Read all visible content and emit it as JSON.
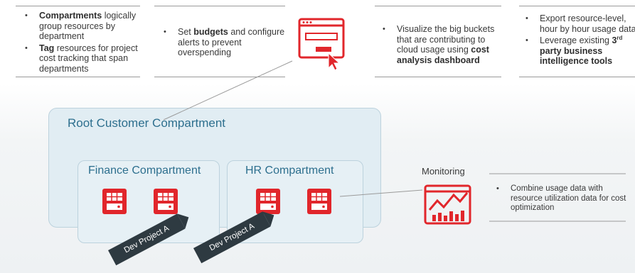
{
  "columns": [
    {
      "items": [
        [
          {
            "t": "Compartments",
            "b": true
          },
          {
            "t": " logically group resources by department"
          }
        ],
        [
          {
            "t": "Tag",
            "b": true
          },
          {
            "t": " resources for project cost tracking that span departments"
          }
        ]
      ]
    },
    {
      "items": [
        [
          {
            "t": "Set "
          },
          {
            "t": "budgets",
            "b": true
          },
          {
            "t": " and configure alerts to prevent overspending"
          }
        ]
      ]
    },
    {
      "items": [
        [
          {
            "t": "Visualize the big buckets that are contributing to cloud usage using "
          },
          {
            "t": "cost analysis dashboard",
            "b": true
          }
        ]
      ]
    },
    {
      "items": [
        [
          {
            "t": "Export resource-level, hour by hour usage data"
          }
        ],
        [
          {
            "t": "Leverage existing "
          },
          {
            "t": "3",
            "b": true
          },
          {
            "t": "rd",
            "b": true,
            "sup": true
          },
          {
            "t": " party business intelligence tools",
            "b": true
          }
        ]
      ]
    }
  ],
  "diagram": {
    "root_title": "Root Customer Compartment",
    "finance_title": "Finance Compartment",
    "hr_title": "HR Compartment",
    "tag_finance": "Dev Project A",
    "tag_hr": "Dev Project A",
    "monitoring_label": "Monitoring",
    "monitoring_text": "Combine usage data with resource utilization data for cost optimization"
  },
  "colors": {
    "accent_red": "#e1262b",
    "compartment_text": "#2d6f8e",
    "compartment_fill": "#e1edf3",
    "tag_fill": "#2e3a41"
  },
  "icons": [
    "browser-budget-icon",
    "database-icon",
    "monitoring-chart-icon"
  ]
}
